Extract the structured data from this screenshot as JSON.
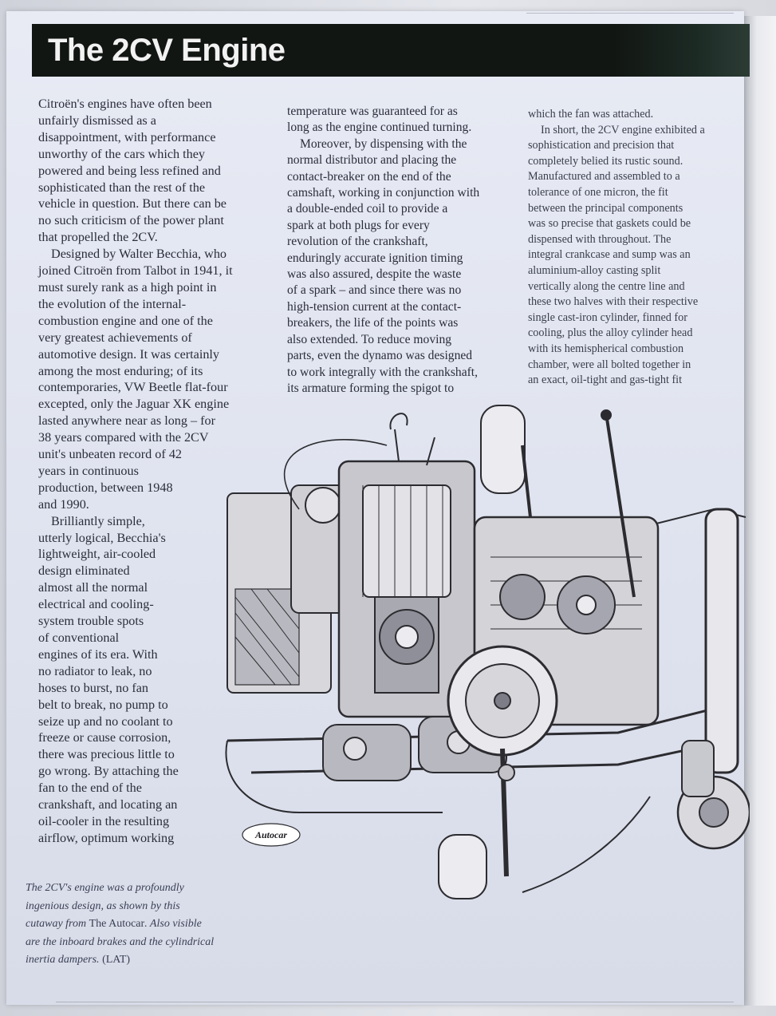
{
  "title": "The 2CV Engine",
  "col1_lines": [
    "Citroën's engines have often been",
    "unfairly dismissed as a",
    "disappointment, with performance",
    "unworthy of the cars which they",
    "powered and being less refined and",
    "sophisticated than the rest of the",
    "vehicle in question. But there can be",
    "no such criticism of the power plant",
    "that propelled the 2CV.",
    "Designed by Walter Becchia, who",
    "joined Citroën from Talbot in 1941, it",
    "must surely rank as a high point in",
    "the evolution of the internal-",
    "combustion engine and one of the",
    "very greatest achievements of",
    "automotive design. It was certainly",
    "among the most enduring; of its",
    "contemporaries, VW Beetle flat-four",
    "excepted, only the Jaguar XK engine",
    "lasted anywhere near as long – for",
    "38 years compared with the 2CV",
    "unit's unbeaten record of 42",
    "years in continuous",
    "production, between 1948",
    "and 1990.",
    "Brilliantly simple,",
    "utterly logical, Becchia's",
    "lightweight, air-cooled",
    "design eliminated",
    "almost all the normal",
    "electrical and cooling-",
    "system trouble spots",
    "of conventional",
    "engines of its era. With",
    "no radiator to leak, no",
    "hoses to burst, no fan",
    "belt to break, no pump to",
    "seize up and no coolant to",
    "freeze or cause corrosion,",
    "there was precious little to",
    "go wrong. By attaching the",
    "fan to the end of the",
    "crankshaft, and locating an",
    "oil-cooler in the resulting",
    "airflow, optimum working"
  ],
  "col2_lines": [
    "temperature was guaranteed for as",
    "long as the engine continued turning.",
    "Moreover, by dispensing with the",
    "normal distributor and placing the",
    "contact-breaker on the end of the",
    "camshaft, working in conjunction with",
    "a double-ended coil to provide a",
    "spark at both plugs for every",
    "revolution of the crankshaft,",
    "enduringly accurate ignition timing",
    "was also assured, despite the waste",
    "of a spark – and since there was no",
    "high-tension current at the contact-",
    "breakers, the life of the points was",
    "also extended. To reduce moving",
    "parts, even the dynamo was designed",
    "to work integrally with the crankshaft,",
    "its armature forming the spigot to"
  ],
  "col3_lines": [
    "which the fan was attached.",
    "In short, the 2CV engine exhibited a",
    "sophistication and precision that",
    "completely belied its rustic sound.",
    "Manufactured and assembled to a",
    "tolerance of one micron, the fit",
    "between the principal components",
    "was so precise that gaskets could be",
    "dispensed with throughout. The",
    "integral crankcase and sump was an",
    "aluminium-alloy casting split",
    "vertically along the centre line and",
    "these two halves with their respective",
    "single cast-iron cylinder, finned for",
    "cooling, plus the alloy cylinder head",
    "with its hemispherical combustion",
    "chamber, were all bolted together in",
    "an exact, oil-tight and gas-tight fit"
  ],
  "caption": {
    "p1": "The 2CV's engine was a profoundly",
    "p2": "ingenious design, as shown by this",
    "p3a": "cutaway from ",
    "p3b": "The Autocar",
    "p3c": ". Also visible",
    "p4": "are the inboard brakes and the cylindrical",
    "p5a": "inertia dampers. ",
    "p5b": "(LAT)"
  },
  "illustration": {
    "credit_logo": "Autocar",
    "icon": "engine-cutaway-drawing"
  }
}
